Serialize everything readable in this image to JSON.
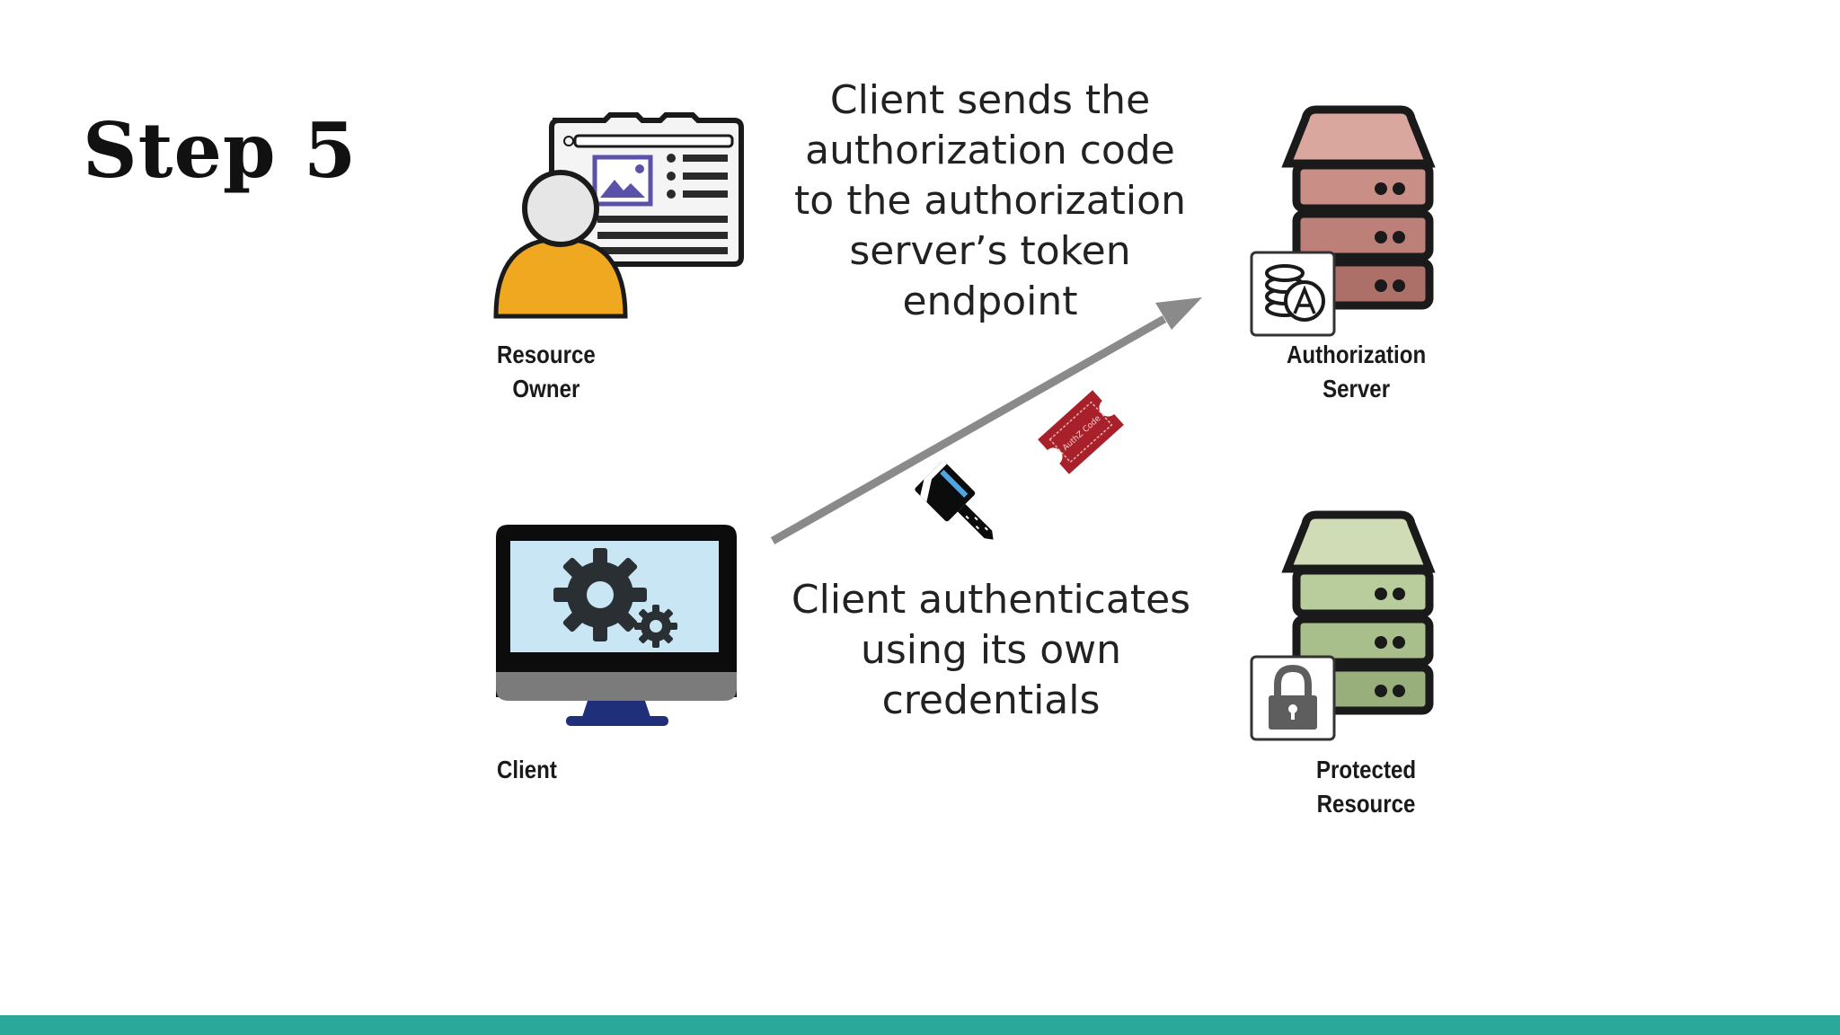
{
  "slide": {
    "title": "Step 5",
    "accent_color": "#2aa899"
  },
  "captions": {
    "top": "Client sends the\nauthorization code\nto the authorization\nserver’s  token endpoint",
    "bottom": "Client authenticates\nusing its own credentials"
  },
  "actors": {
    "resource_owner": {
      "line1": "Resource",
      "line2": "Owner",
      "icon": "resource-owner-icon"
    },
    "authorization_server": {
      "line1": "Authorization",
      "line2": "Server",
      "icon": "authorization-server-icon"
    },
    "client": {
      "line1": "Client",
      "icon": "client-computer-icon"
    },
    "protected_resource": {
      "line1": "Protected",
      "line2": "Resource",
      "icon": "protected-resource-server-icon"
    }
  },
  "items": {
    "code_ticket_text": "AuthZ Code"
  },
  "colors": {
    "owner_body": "#f0a820",
    "auth_server": "#c98f86",
    "protected_server": "#b8cc9c",
    "monitor_screen": "#c9e6f5",
    "ticket": "#a8202a",
    "arrow": "#8a8a8a"
  }
}
